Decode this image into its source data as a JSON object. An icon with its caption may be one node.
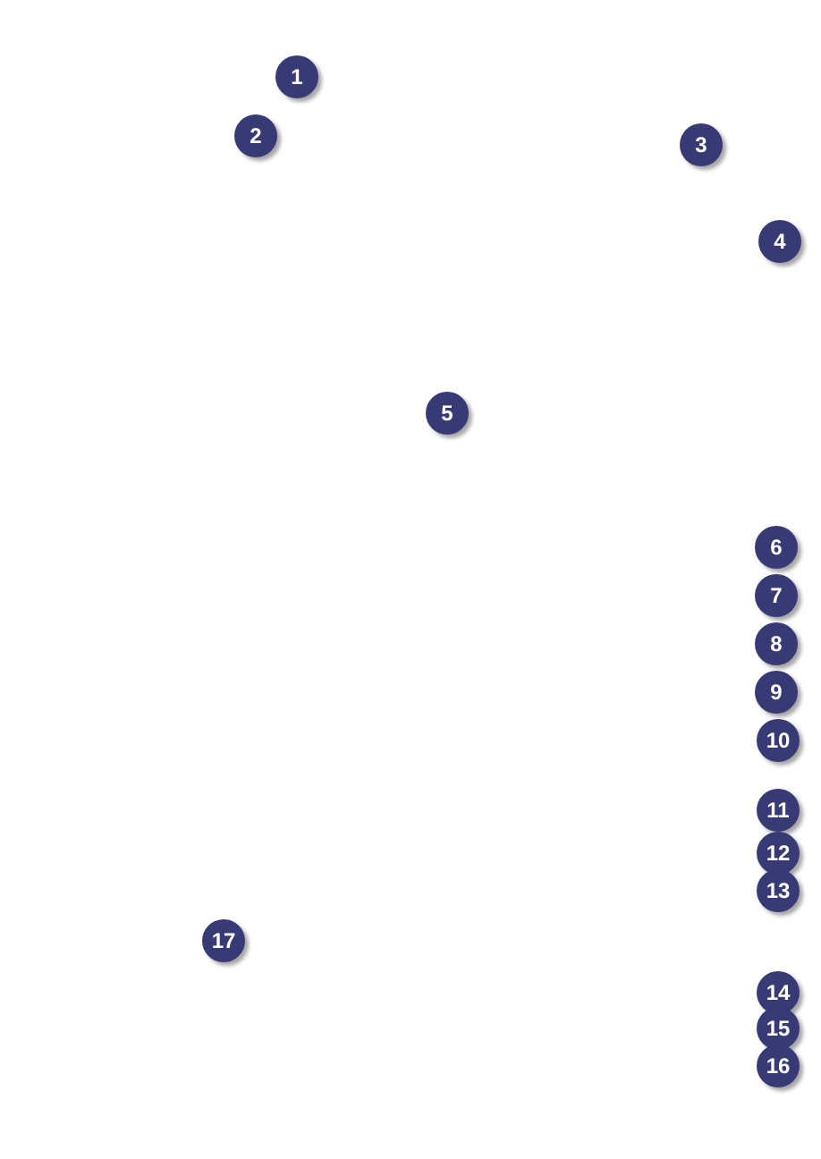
{
  "diagram": {
    "labels": [
      "1",
      "2",
      "3",
      "4",
      "5",
      "6",
      "7",
      "8",
      "9",
      "10",
      "11",
      "12",
      "13",
      "17",
      "14",
      "15",
      "16"
    ]
  }
}
